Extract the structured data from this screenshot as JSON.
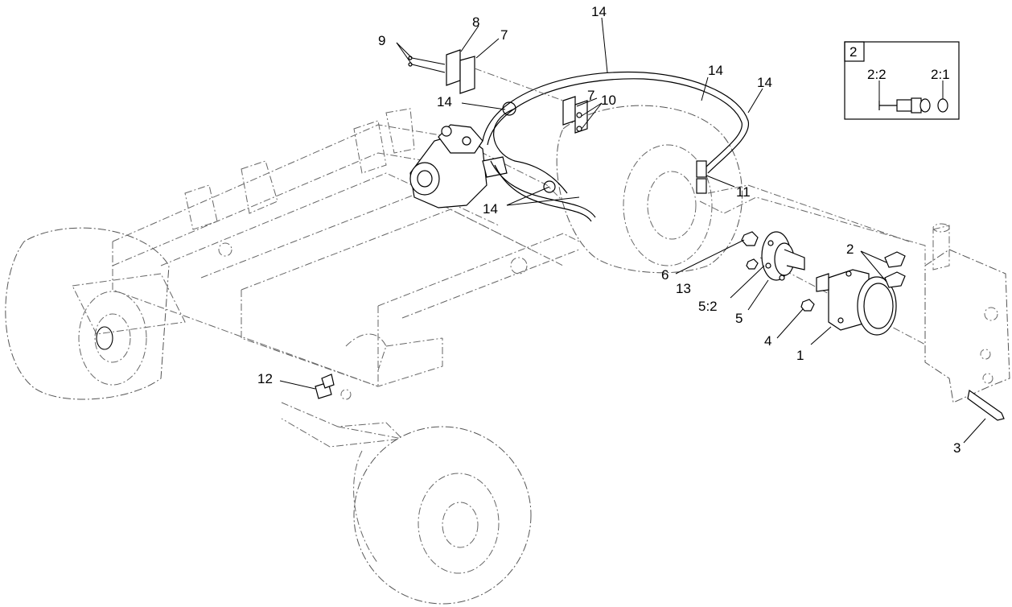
{
  "callouts": [
    {
      "id": "c1",
      "text": "1"
    },
    {
      "id": "c2",
      "text": "2"
    },
    {
      "id": "c3",
      "text": "3"
    },
    {
      "id": "c4",
      "text": "4"
    },
    {
      "id": "c5",
      "text": "5"
    },
    {
      "id": "c52",
      "text": "5:2"
    },
    {
      "id": "c6",
      "text": "6"
    },
    {
      "id": "c7a",
      "text": "7"
    },
    {
      "id": "c7b",
      "text": "7"
    },
    {
      "id": "c8",
      "text": "8"
    },
    {
      "id": "c9",
      "text": "9"
    },
    {
      "id": "c10",
      "text": "10"
    },
    {
      "id": "c11",
      "text": "11"
    },
    {
      "id": "c12",
      "text": "12"
    },
    {
      "id": "c13",
      "text": "13"
    },
    {
      "id": "c14a",
      "text": "14"
    },
    {
      "id": "c14b",
      "text": "14"
    },
    {
      "id": "c14c",
      "text": "14"
    },
    {
      "id": "c14d",
      "text": "14"
    },
    {
      "id": "c14e",
      "text": "14"
    }
  ],
  "detail_box": {
    "tag": "2",
    "label_left": "2:2",
    "label_right": "2:1"
  }
}
